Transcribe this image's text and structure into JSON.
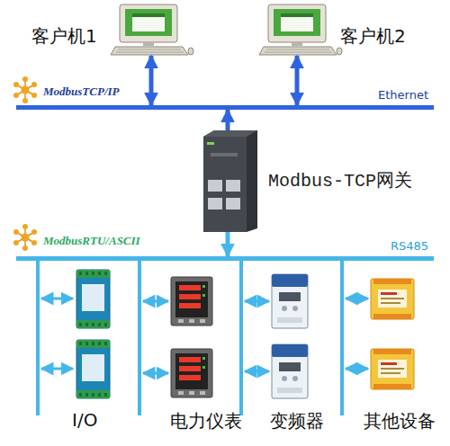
{
  "diagram": {
    "nodes": [
      {
        "text": [
          "客户机1"
        ]
      },
      {
        "text": [
          "客户机2"
        ]
      },
      {
        "text": [
          "ModbusTCP/IP",
          "Ethernet"
        ]
      },
      {
        "text": [
          "Modbus-TCP网关"
        ]
      },
      {
        "text": [
          "ModbusRTU/ASCII",
          "RS485"
        ]
      },
      {
        "text": [
          "I/O"
        ]
      },
      {
        "text": [
          "电力仪表"
        ]
      },
      {
        "text": [
          "变频器"
        ]
      },
      {
        "text": [
          "其他设备"
        ]
      }
    ],
    "edges": [
      {
        "from": 0,
        "to": 2,
        "arrow": "both"
      },
      {
        "from": 1,
        "to": 2,
        "arrow": "both"
      },
      {
        "from": 3,
        "to": 2,
        "arrow": "to"
      },
      {
        "from": 3,
        "to": 4,
        "arrow": "to"
      },
      {
        "from": 4,
        "to": 5,
        "arrow": "none"
      },
      {
        "from": 4,
        "to": 6,
        "arrow": "none"
      },
      {
        "from": 4,
        "to": 7,
        "arrow": "none"
      },
      {
        "from": 4,
        "to": 8,
        "arrow": "none"
      }
    ]
  }
}
